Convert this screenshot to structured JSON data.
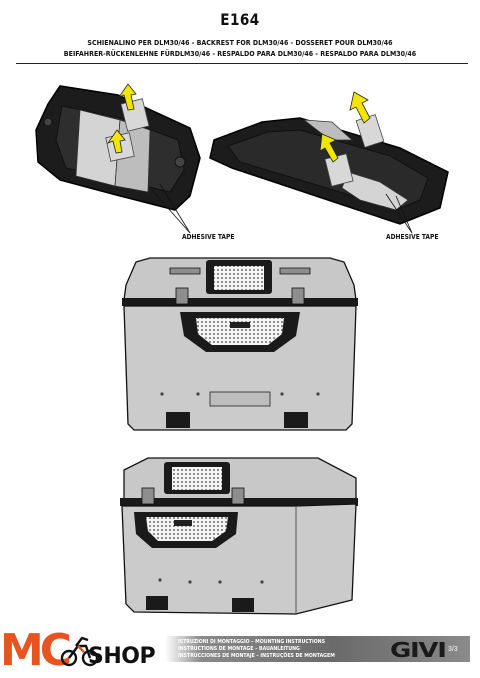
{
  "header": {
    "code": "E164",
    "line1": "SCHIENALINO PER DLM30/46 - BACKREST FOR DLM30/46 - DOSSERET POUR DLM30/46",
    "line2": "BEIFAHRER-RÜCKENLEHNE FÜRDLM30/46  - RESPALDO PARA DLM30/46 - RESPALDO PARA DLM30/46"
  },
  "step1": {
    "left_label": "ADHESIVE TAPE",
    "right_label": "ADHESIVE TAPE"
  },
  "footer": {
    "instr_line1": "ISTRUZIONI DI MONTAGGIO  –  MOUNTING INSTRUCTIONS",
    "instr_line2": "INSTRUCTIONS DE MONTAGE – BAUANLEITUNG",
    "instr_line3": "INSTRUCCIONES DE MONTAJE – INSTRUÇÕES DE MONTAGEM",
    "brand": "GIVI",
    "page": "3/3"
  },
  "watermark": {
    "mc": "MC",
    "shop": "SHOP"
  },
  "colors": {
    "arrow": "#f2e600",
    "case_grey": "#c8c8c8",
    "pad_dark": "#1a1a1a",
    "watermark_orange": "#e8541f"
  },
  "icons": [
    "arrow-up-icon",
    "motorcycle-icon"
  ]
}
